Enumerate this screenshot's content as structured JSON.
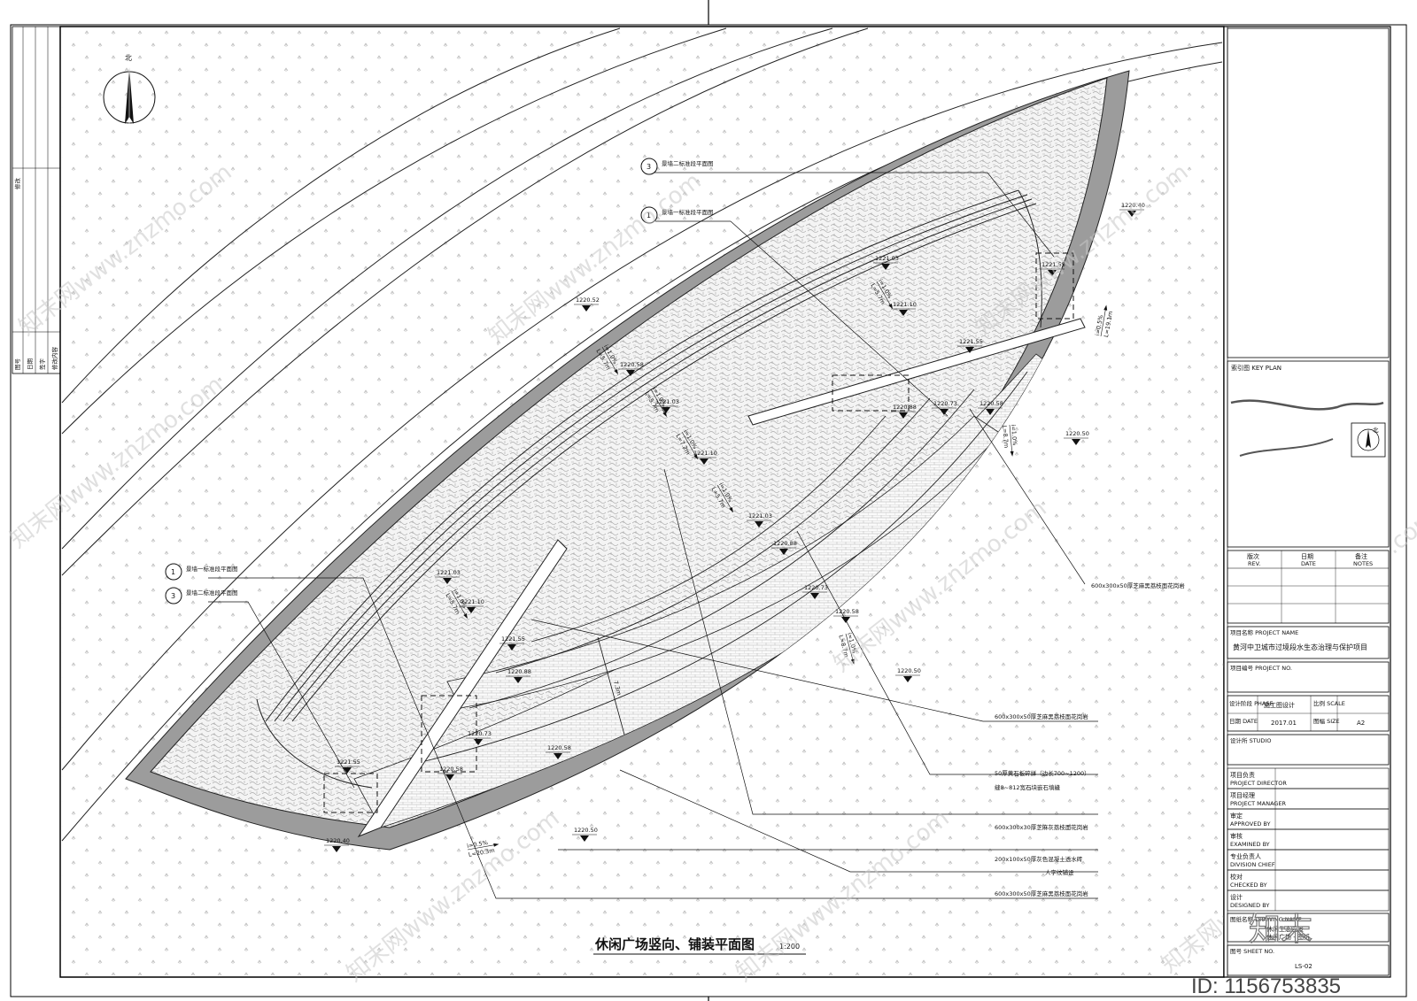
{
  "drawing": {
    "title": "休闲广场竖向、铺装平面图",
    "scale": "1:200",
    "north_label": "北",
    "image_id": "ID: 1156753835"
  },
  "callouts": [
    {
      "num": "3",
      "sheet": "-",
      "text": "景墙二标准段平面图"
    },
    {
      "num": "1",
      "sheet": "-",
      "text": "景墙一标准段平面图"
    },
    {
      "num": "1",
      "sheet": "-",
      "text": "景墙一标准段平面图"
    },
    {
      "num": "3",
      "sheet": "-",
      "text": "景墙二标准段平面图"
    }
  ],
  "elevations": [
    {
      "value": "1220.40"
    },
    {
      "value": "1221.55"
    },
    {
      "value": "1221.03"
    },
    {
      "value": "1221.10"
    },
    {
      "value": "1220.52"
    },
    {
      "value": "1221.55"
    },
    {
      "value": "1220.58"
    },
    {
      "value": "1221.03"
    },
    {
      "value": "1220.88"
    },
    {
      "value": "1220.73"
    },
    {
      "value": "1220.58"
    },
    {
      "value": "1220.50"
    },
    {
      "value": "1221.10"
    },
    {
      "value": "1221.03"
    },
    {
      "value": "1220.88"
    },
    {
      "value": "1220.73"
    },
    {
      "value": "1220.58"
    },
    {
      "value": "1220.50"
    },
    {
      "value": "1221.03"
    },
    {
      "value": "1221.10"
    },
    {
      "value": "1221.55"
    },
    {
      "value": "1220.88"
    },
    {
      "value": "1220.73"
    },
    {
      "value": "1220.58"
    },
    {
      "value": "1221.55"
    },
    {
      "value": "1220.58"
    },
    {
      "value": "1220.40"
    },
    {
      "value": "1220.50"
    }
  ],
  "slopes": [
    {
      "i": "i=1.0%",
      "l": "L=5.7m"
    },
    {
      "i": "i=1.0%",
      "l": "L=5.7m"
    },
    {
      "i": "i=1.0%",
      "l": "L=5.7m"
    },
    {
      "i": "i=1.0%",
      "l": "L=7.2m"
    },
    {
      "i": "i=1.0%",
      "l": "L=5.7m"
    },
    {
      "i": "i=1.0%",
      "l": "L=5.7m"
    },
    {
      "i": "i=1.0%",
      "l": "L=8.7m"
    },
    {
      "i": "i=1.0%",
      "l": "L=8.7m"
    },
    {
      "i": "i=0.5%",
      "l": "L=19.1m"
    },
    {
      "i": "i=0.5%",
      "l": "L=20.3m"
    }
  ],
  "dimension": "7.3m",
  "materials": [
    "600x300x50厚芝麻黑荔枝面花岗岩",
    "600x300x50厚芝麻黑荔枝面花岗岩",
    "50厚黄石板碎拼（边长700~1200）",
    "缝8~812宽石块嵌石填缝",
    "600x300x30厚芝麻灰荔枝面花岗岩",
    "200x100x50厚灰色混凝土透水砖",
    "人字纹铺设",
    "600x300x50厚芝麻黑荔枝面花岗岩"
  ],
  "watermarks": [
    "知末网www.znzmo.com"
  ],
  "title_block": {
    "key_plan": "索引图 KEY PLAN",
    "key_plan_north": "北",
    "rev_headers": [
      {
        "cn": "版次",
        "en": "REV."
      },
      {
        "cn": "日期",
        "en": "DATE"
      },
      {
        "cn": "备注",
        "en": "NOTES"
      }
    ],
    "project_name_label": "项目名称 PROJECT NAME",
    "project_name": "黄河中卫城市过境段水生态治理与保护项目",
    "project_no_label": "项目编号 PROJECT NO.",
    "phase_label": "设计阶段 PHASE",
    "phase": "施工图设计",
    "scale_label": "比例 SCALE",
    "date_label": "日期 DATE",
    "date": "2017.01",
    "size_label": "图幅 SIZE",
    "size": "A2",
    "institute_label": "设计所 STUDIO",
    "roles": [
      {
        "cn": "项目负责",
        "en": "PROJECT DIRECTOR"
      },
      {
        "cn": "项目经理",
        "en": "PROJECT MANAGER"
      },
      {
        "cn": "审定",
        "en": "APPROVED BY"
      },
      {
        "cn": "审核",
        "en": "EXAMINED BY"
      },
      {
        "cn": "专业负责人",
        "en": "DIVISION CHIEF"
      },
      {
        "cn": "校对",
        "en": "CHECKED BY"
      },
      {
        "cn": "设计",
        "en": "DESIGNED BY"
      }
    ],
    "drawing_name_label": "图纸名称 DRAWING NAME",
    "drawing_name_l1": "休闲生态园景",
    "drawing_name_l2": "休闲广场 - 图纸",
    "sheet_no_label": "图号 SHEET NO.",
    "sheet_no": "LS-02"
  },
  "left_strip": {
    "label_top": "修改",
    "labels_bottom": [
      "图号",
      "日期",
      "签字",
      "修改内容"
    ]
  },
  "logo_text": "知末"
}
